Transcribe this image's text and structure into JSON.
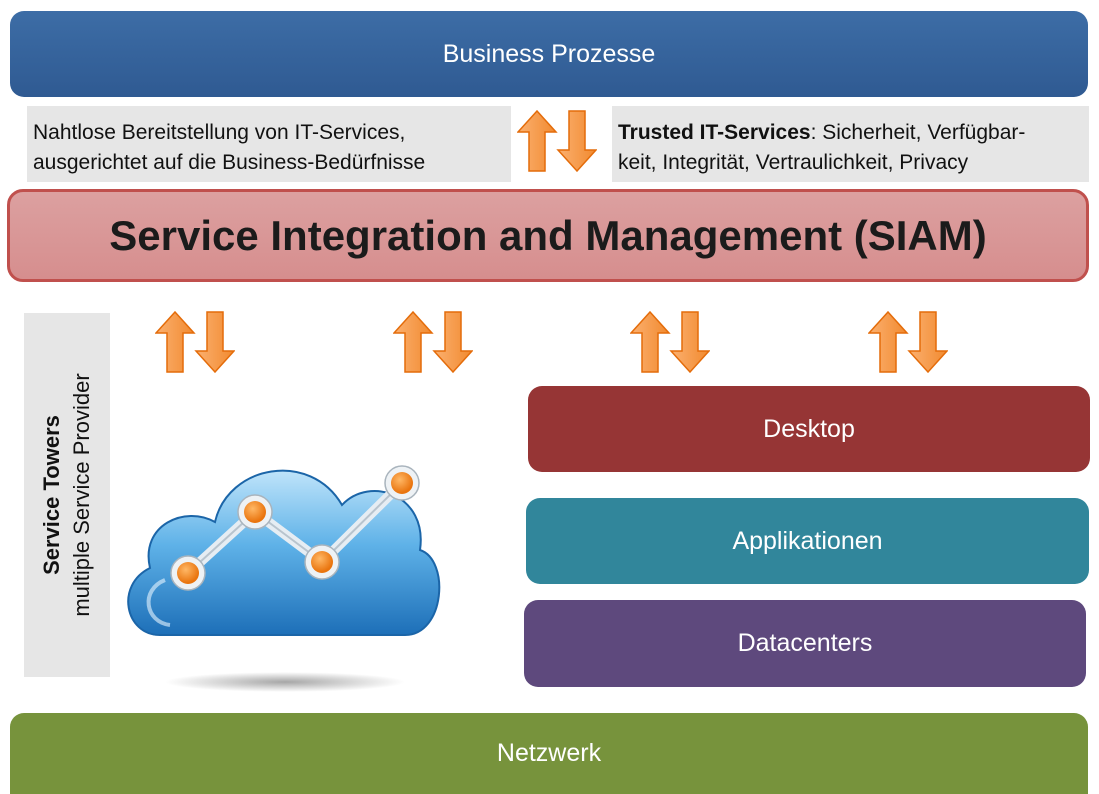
{
  "layers": {
    "business": "Business Prozesse",
    "siam": "Service Integration and Management (SIAM)",
    "network": "Netzwerk"
  },
  "notes": {
    "left_line1": "Nahtlose Bereitstellung von  IT-Services,",
    "left_line2": "ausgerichtet auf  die Business-Bedürfnisse",
    "right_bold": "Trusted IT-Services",
    "right_rest1": ": Sicherheit, Verfügbar-",
    "right_line2": "keit, Integrität, Vertraulichkeit,  Privacy"
  },
  "service_towers": {
    "title": "Service Towers",
    "subtitle": "multiple  Service Provider",
    "towers": [
      "Desktop",
      "Applikationen",
      "Datacenters"
    ]
  },
  "colors": {
    "business": "#3a67a0",
    "siam_fill": "#d99595",
    "siam_border": "#c0504d",
    "desktop": "#963535",
    "applikationen": "#31869b",
    "datacenters": "#5e497d",
    "netzwerk": "#77933c",
    "arrow": "#f79646"
  },
  "icons": [
    "up-down-arrows-icon",
    "cloud-chart-icon"
  ]
}
